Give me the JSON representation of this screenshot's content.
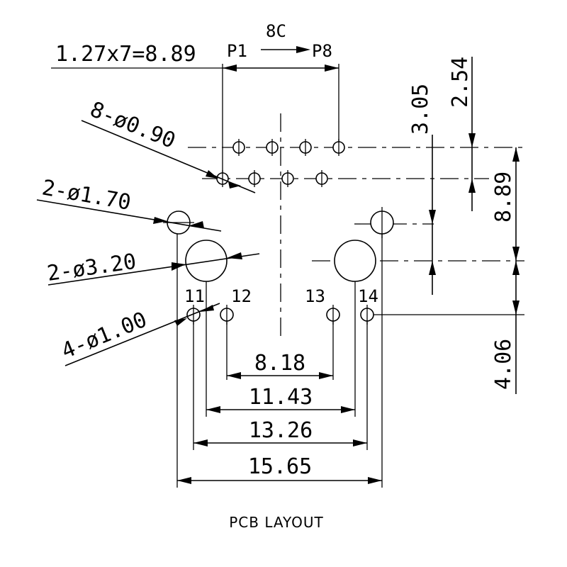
{
  "diagram": {
    "caption": "PCB LAYOUT",
    "pitch_note": "1.27x7=8.89",
    "pin_start": "P1",
    "pin_end": "P8",
    "contact_count": "8C",
    "callouts": {
      "pins": "8-ø0.90",
      "small_holes": "2-ø1.70",
      "large_holes": "2-ø3.20",
      "shield_pins": "4-ø1.00"
    },
    "shield_pin_labels": [
      "11",
      "12",
      "13",
      "14"
    ],
    "horizontal_dims": [
      "8.18",
      "11.43",
      "13.26",
      "15.65"
    ],
    "vertical_dims": {
      "row_offset": "2.54",
      "hole_offset": "3.05",
      "pin_to_hole": "8.89",
      "shield_offset": "4.06"
    }
  }
}
